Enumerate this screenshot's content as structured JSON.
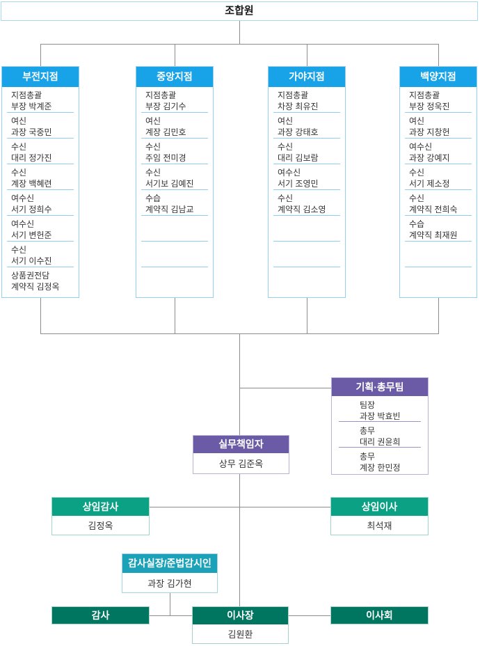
{
  "root": {
    "label": "조합원"
  },
  "branches": [
    {
      "title": "부전지점",
      "cells": [
        {
          "role": "지점총괄",
          "person": "부장 박계준"
        },
        {
          "role": "여신",
          "person": "과장 국중민"
        },
        {
          "role": "수신",
          "person": "대리 정가진"
        },
        {
          "role": "수신",
          "person": "계장 백혜련"
        },
        {
          "role": "여수신",
          "person": "서기 정희수"
        },
        {
          "role": "여수신",
          "person": "서기 변헌준"
        },
        {
          "role": "수신",
          "person": "서기 이수진"
        },
        {
          "role": "상품권전담",
          "person": "계약직 김정옥"
        }
      ]
    },
    {
      "title": "중앙지점",
      "cells": [
        {
          "role": "지점총괄",
          "person": "부장 김기수"
        },
        {
          "role": "여신",
          "person": "계장 김민호"
        },
        {
          "role": "수신",
          "person": "주임 전미경"
        },
        {
          "role": "수신",
          "person": "서기보 김예진"
        },
        {
          "role": "수습",
          "person": "계약직 김남교"
        },
        {
          "role": "",
          "person": ""
        },
        {
          "role": "",
          "person": ""
        },
        {
          "role": "",
          "person": ""
        }
      ]
    },
    {
      "title": "가야지점",
      "cells": [
        {
          "role": "지점총괄",
          "person": "차장 최유진"
        },
        {
          "role": "여신",
          "person": "과장 강태호"
        },
        {
          "role": "수신",
          "person": "대리 김보람"
        },
        {
          "role": "여수신",
          "person": "서기 조영민"
        },
        {
          "role": "수신",
          "person": "계약직 김소영"
        },
        {
          "role": "",
          "person": ""
        },
        {
          "role": "",
          "person": ""
        },
        {
          "role": "",
          "person": ""
        }
      ]
    },
    {
      "title": "백양지점",
      "cells": [
        {
          "role": "지점총괄",
          "person": "부장 정욱진"
        },
        {
          "role": "여신",
          "person": "과장 지창헌"
        },
        {
          "role": "여수신",
          "person": "과장 강예지"
        },
        {
          "role": "수신",
          "person": "서기 제소정"
        },
        {
          "role": "수신",
          "person": "계약직 전희숙"
        },
        {
          "role": "수습",
          "person": "계약직 최재원"
        },
        {
          "role": "",
          "person": ""
        },
        {
          "role": "",
          "person": ""
        }
      ]
    }
  ],
  "planning_team": {
    "title": "기획·총무팀",
    "cells": [
      {
        "role": "팀장",
        "person": "과장 박효빈"
      },
      {
        "role": "총무",
        "person": "대리 권윤희"
      },
      {
        "role": "총무",
        "person": "계장 한민정"
      }
    ]
  },
  "executive": {
    "title": "실무책임자",
    "person": "상무 김준옥"
  },
  "standing_auditor": {
    "title": "상임감사",
    "person": "김정옥"
  },
  "standing_director": {
    "title": "상임이사",
    "person": "최석재"
  },
  "audit_office": {
    "title": "감사실장/준법감시인",
    "person": "과장 김가현"
  },
  "auditor": {
    "title": "감사"
  },
  "chairman": {
    "title": "이사장",
    "person": "김원환"
  },
  "board": {
    "title": "이사회"
  },
  "colors": {
    "branch_header": "#18a3e8",
    "branch_border": "#93cff0",
    "team_header": "#6b5ba6",
    "green_header": "#0aa184",
    "cyan_header": "#1ba2b8",
    "dark_teal": "#007560",
    "connector_line": "#8c8c8c"
  }
}
